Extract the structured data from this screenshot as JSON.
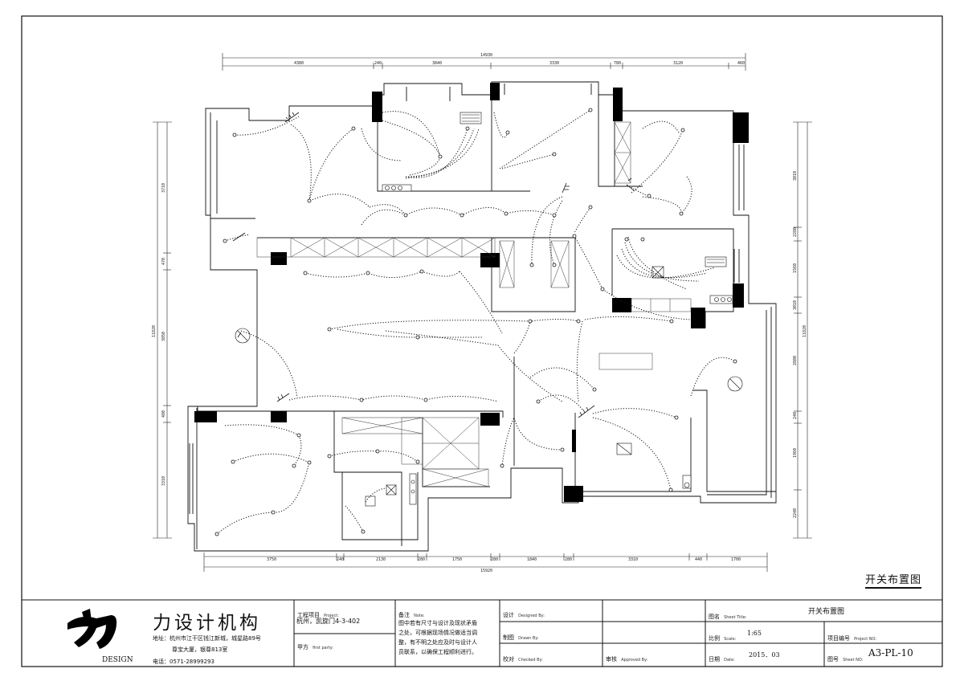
{
  "drawing_title": "开关布置图",
  "dimensions": {
    "top_total": "14930",
    "top": [
      "4380",
      "240",
      "3840",
      "3330",
      "780",
      "3120",
      "460"
    ],
    "bottom_total": "15920",
    "bottom": [
      "3750",
      "240",
      "2130",
      "280",
      "1750",
      "280",
      "1840",
      "280",
      "3310",
      "440",
      "1700"
    ],
    "left_total": "11820",
    "left": [
      "3710",
      "470",
      "3850",
      "480",
      "3310"
    ],
    "right_total": "11820",
    "right": [
      "3010",
      "2280",
      "1560",
      "3010",
      "2880",
      "240",
      "1960",
      "2240"
    ]
  },
  "title_block": {
    "company_name": "力设计机构",
    "logo_text": "DESIGN",
    "address_line1": "地址：杭州市江干区钱江新城，城星路89号",
    "address_line2": "尊宝大厦，银尊813室",
    "phone": "电话：0571-28999293",
    "project_label": "工程项目",
    "project_label_en": "Project:",
    "project_value": "杭州，凯旋门4-3-402",
    "party_label": "甲方",
    "party_label_en": "first party:",
    "note_label": "备注",
    "note_label_en": "Note:",
    "note_lines": [
      "图中若有尺寸与设计及现状矛盾",
      "之处，可根据现场情况做适当调",
      "整，有不明之处应及时与设计人",
      "员联系，以确保工程顺利进行。"
    ],
    "designed_label": "设计",
    "designed_label_en": "Designed By:",
    "drawn_label": "制图",
    "drawn_label_en": "Drawn By:",
    "checked_label": "校对",
    "checked_label_en": "Checked By:",
    "approved_label": "审核",
    "approved_label_en": "Approved By:",
    "sheet_title_label": "图名",
    "sheet_title_label_en": "Sheet Title:",
    "sheet_title_value": "开关布置图",
    "scale_label": "比例",
    "scale_label_en": "Scale:",
    "scale_value": "1:65",
    "project_no_label": "项目编号",
    "project_no_label_en": "Project NO:",
    "date_label": "日期",
    "date_label_en": "Date:",
    "date_value": "2015．03",
    "sheet_no_label": "图号",
    "sheet_no_label_en": "Sheet NO:",
    "sheet_no_value": "A3-PL-10"
  }
}
